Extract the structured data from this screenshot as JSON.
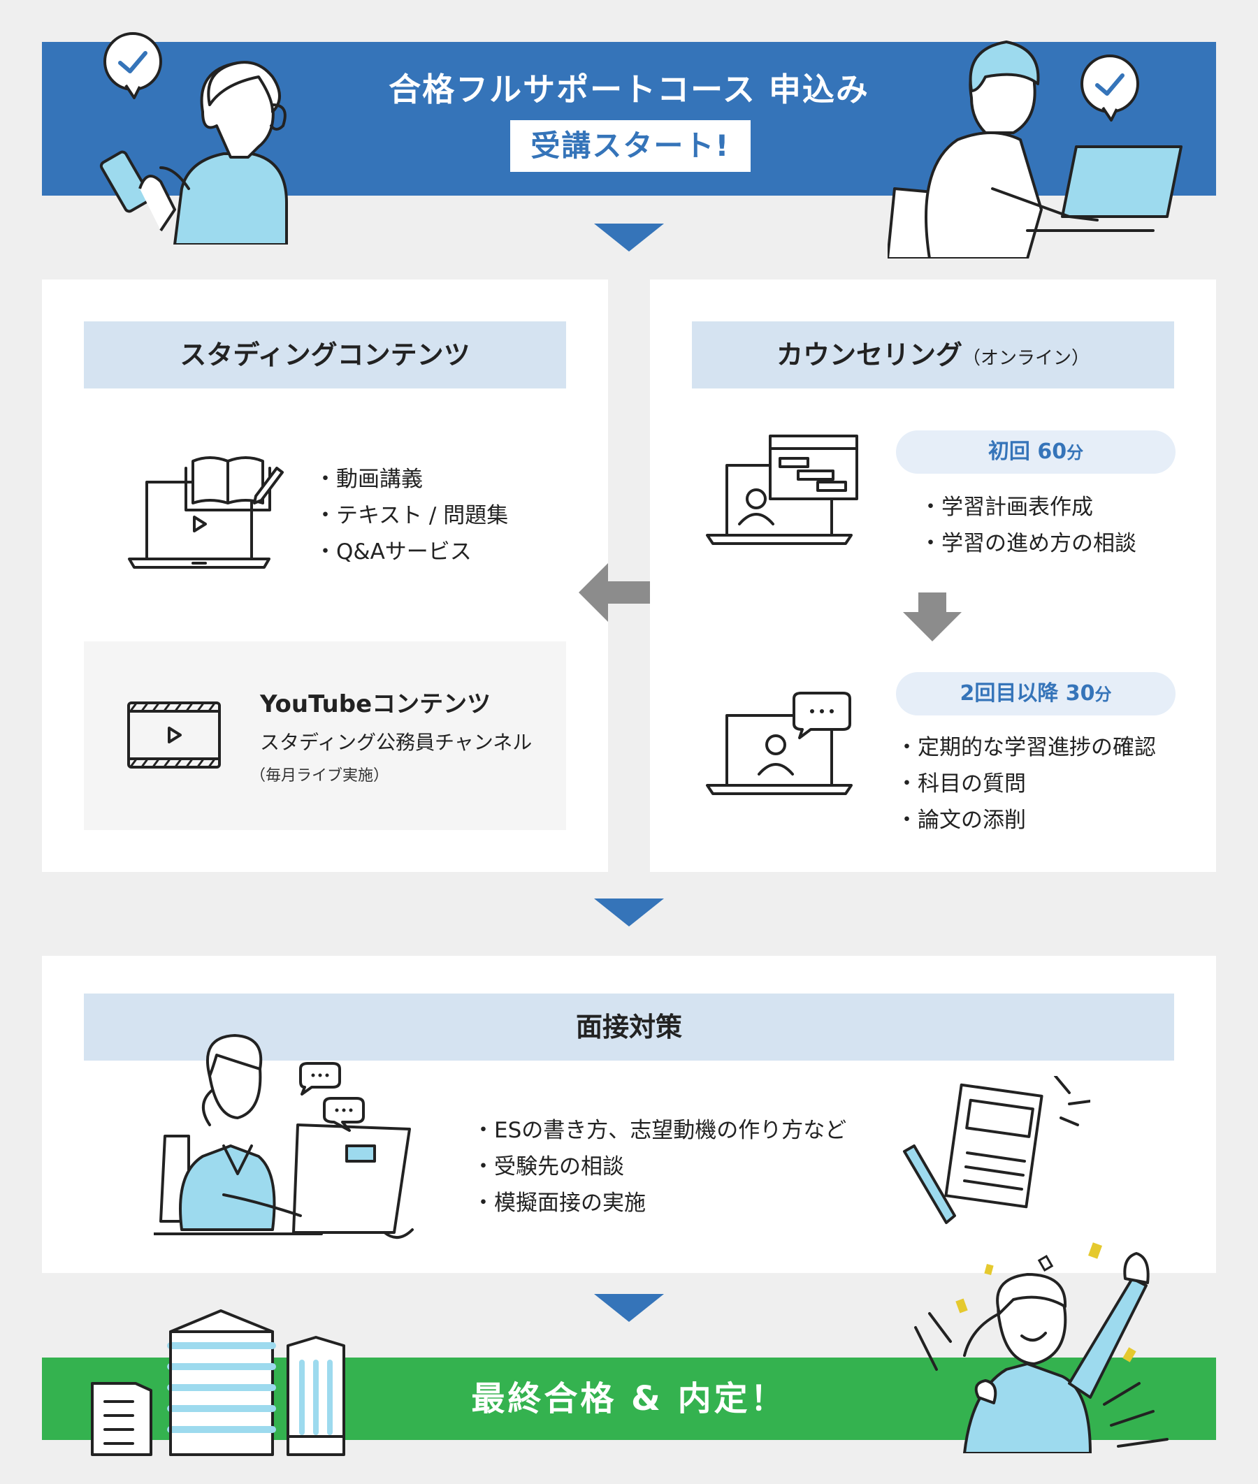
{
  "banner": {
    "title": "合格フルサポートコース 申込み",
    "subtitle": "受講スタート!"
  },
  "studying": {
    "header": "スタディングコンテンツ",
    "items": [
      "動画講義",
      "テキスト / 問題集",
      "Q&Aサービス"
    ],
    "youtube": {
      "title": "YouTubeコンテンツ",
      "text": "スタディング公務員チャンネル",
      "note": "（毎月ライブ実施）"
    }
  },
  "counseling": {
    "header": "カウンセリング",
    "header_note": "（オンライン）",
    "first": {
      "label": "初回 60",
      "unit": "分",
      "items": [
        "学習計画表作成",
        "学習の進め方の相談"
      ]
    },
    "second": {
      "label": "2回目以降 30",
      "unit": "分",
      "items": [
        "定期的な学習進捗の確認",
        "科目の質問",
        "論文の添削"
      ]
    }
  },
  "interview": {
    "header": "面接対策",
    "items": [
      "ESの書き方、志望動機の作り方など",
      "受験先の相談",
      "模擬面接の実施"
    ]
  },
  "final": {
    "text": "最終合格 & 内定！"
  },
  "colors": {
    "primary_blue": "#3574b9",
    "header_blue": "#d5e3f1",
    "light_blue": "#9ddaee",
    "green": "#34b24f",
    "gray_arrow": "#8c8c8c",
    "background": "#efefef"
  }
}
